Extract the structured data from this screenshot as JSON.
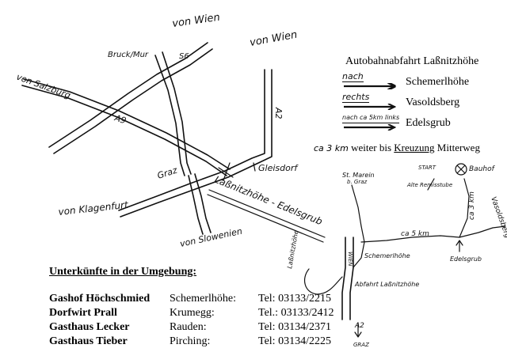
{
  "map": {
    "labels": {
      "von_wien_1": "von Wien",
      "von_wien_2": "von Wien",
      "bruck_mur": "Bruck/Mur",
      "s6": "S6",
      "von_salzburg": "von Salzburg",
      "a9": "A9",
      "a2": "A2",
      "graz": "Graz",
      "gleisdorf": "Gleisdorf",
      "lassnitzhoehe_edelsgrub": "Laßnitzhöhe - Edelsgrub",
      "von_klagenfurt": "von Klagenfurt",
      "von_slowenien": "von Slowenien"
    },
    "detail": {
      "st_marein": "St. Marein",
      "nach_graz": "b. Graz",
      "start": "START",
      "alte_remise": "Alte Remisstube",
      "bauhof": "Bauhof",
      "ca3km_vertical": "ca 3 km",
      "vasoldsberg": "Vasoldsberg",
      "ca5km": "ca 5 km",
      "lassnitzhoehe": "Laßnitzhöhe",
      "schemerlhoehe": "Schemerlhöhe",
      "edelsgrub": "Edelsgrub",
      "wien": "WIEN",
      "abfahrt": "Abfahrt Laßnitzhöhe",
      "a2_bottom": "A2",
      "graz_bottom": "GRAZ"
    }
  },
  "directions": {
    "title": "Autobahnabfahrt Laßnitzhöhe",
    "steps": [
      {
        "cue": "nach",
        "destination": "Schemerlhöhe"
      },
      {
        "cue": "rechts",
        "destination": "Vasoldsberg"
      },
      {
        "cue": "nach ca 5km links",
        "destination": "Edelsgrub"
      }
    ],
    "note_distance": "ca 3 km",
    "note_text": " weiter bis ",
    "note_crossing": "Kreuzung",
    "note_street": " Mitterweg"
  },
  "accommodations": {
    "heading": "Unterkünfte in der Umgebung:",
    "entries": [
      {
        "name": "Gashof Höchschmied",
        "place": "Schemerlhöhe:",
        "tel": "Tel:  03133/2215"
      },
      {
        "name": "Dorfwirt Prall",
        "place": "Krumegg:",
        "tel": "Tel.: 03133/2412"
      },
      {
        "name": "Gasthaus Lecker",
        "place": "Rauden:",
        "tel": "Tel:  03134/2371"
      },
      {
        "name": "Gasthaus Tieber",
        "place": "Pirching:",
        "tel": "Tel:  03134/2225"
      }
    ]
  }
}
